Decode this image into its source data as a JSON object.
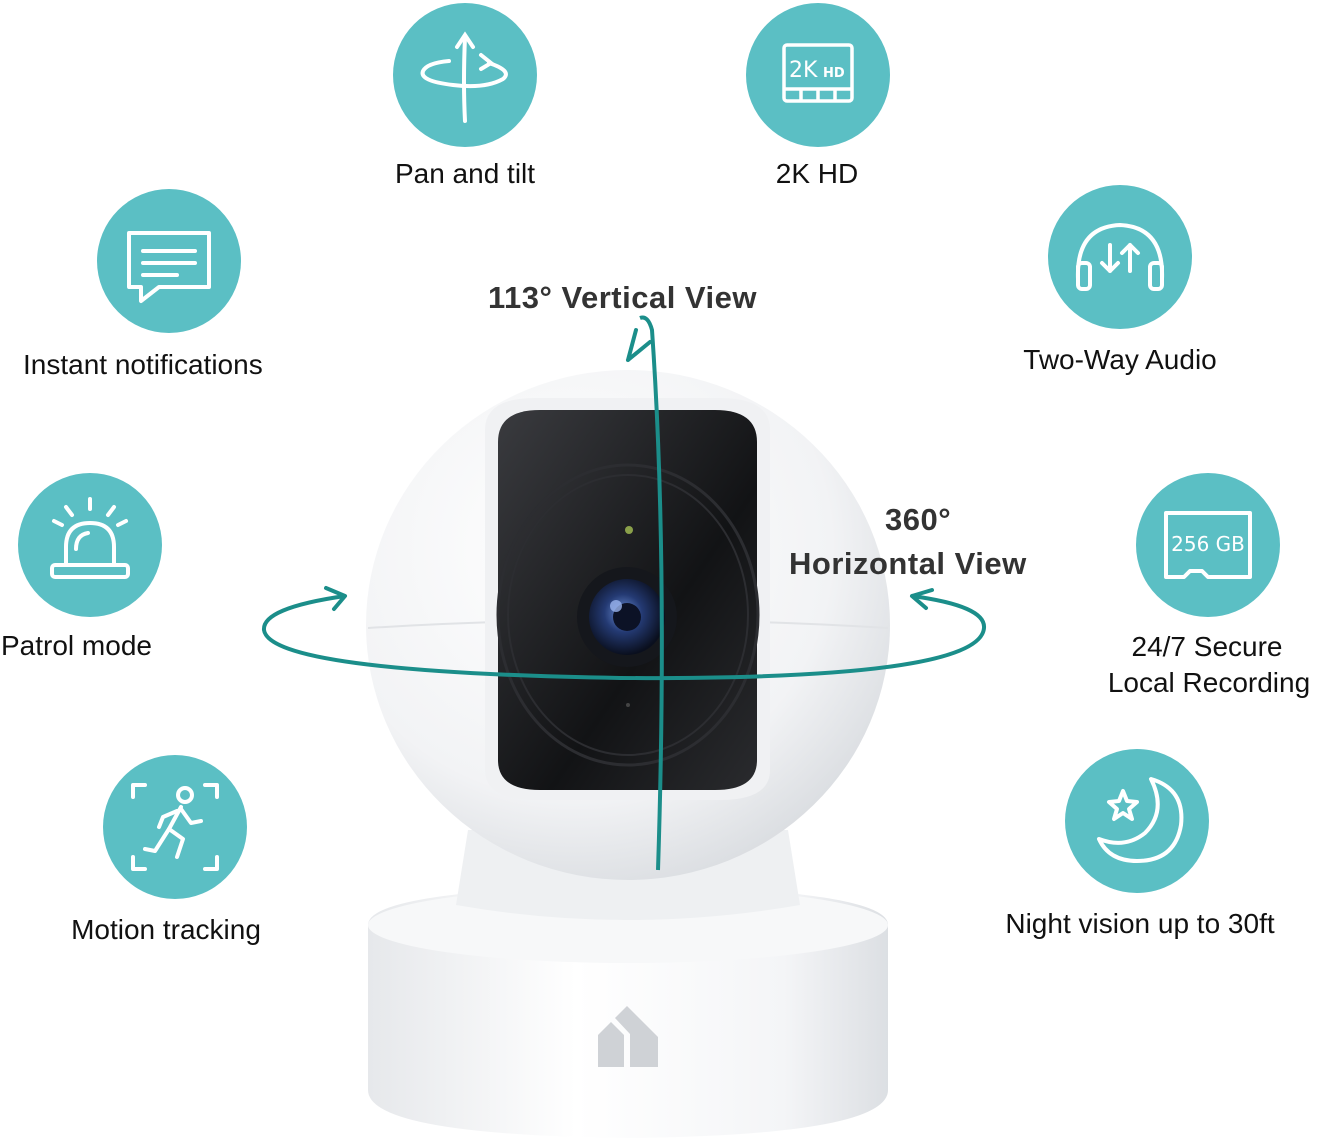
{
  "features": {
    "pan_tilt": "Pan and tilt",
    "hd": "2K HD",
    "hd_icon_text_big": "2K",
    "hd_icon_text_small": "HD",
    "notifications": "Instant notifications",
    "audio": "Two-Way Audio",
    "patrol": "Patrol mode",
    "recording_line1": "24/7 Secure",
    "recording_line2": "Local Recording",
    "sd_card_text": "256 GB",
    "motion": "Motion tracking",
    "night": "Night vision up to 30ft"
  },
  "views": {
    "vertical": "113° Vertical View",
    "horizontal_line1": "360°",
    "horizontal_line2": "Horizontal View"
  },
  "colors": {
    "accent": "#5bbfc4",
    "arrow": "#1b8e8a",
    "text": "#111111"
  },
  "icons": [
    "pan-tilt-icon",
    "2k-hd-icon",
    "chat-bubble-icon",
    "headphones-icon",
    "alarm-light-icon",
    "sd-card-icon",
    "running-person-icon",
    "moon-star-icon",
    "kasa-logo-icon"
  ]
}
